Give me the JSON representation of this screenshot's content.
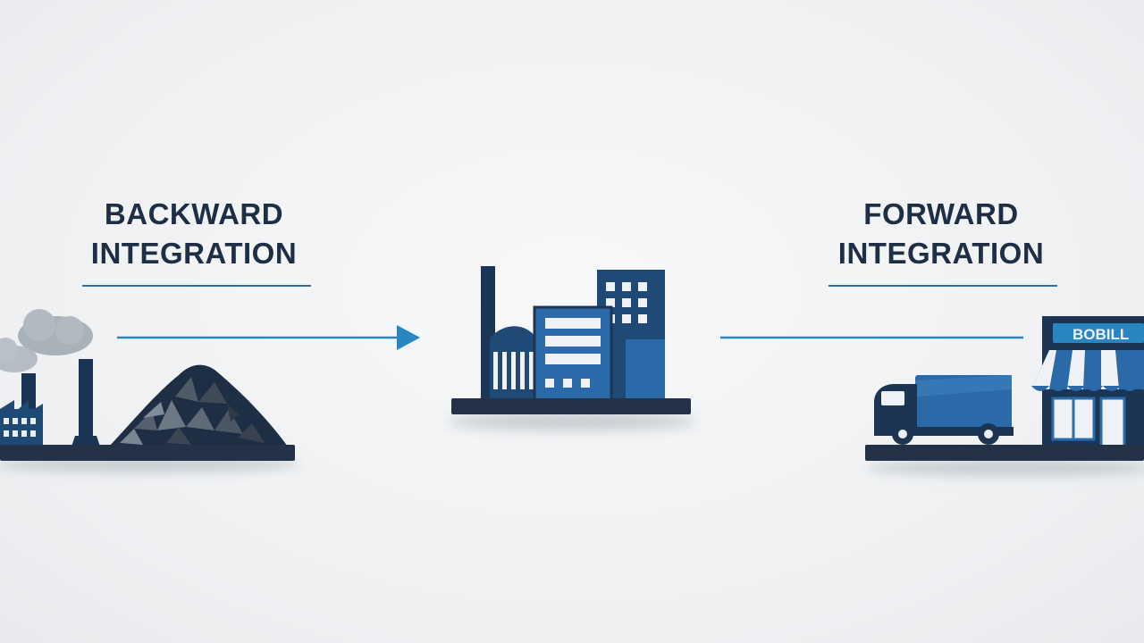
{
  "backward": {
    "line1": "BACKWARD",
    "line2": "INTEGRATION"
  },
  "forward": {
    "line1": "FORWARD",
    "line2": "INTEGRATION"
  },
  "store_sign": "BOBILL",
  "colors": {
    "navy": "#1d2e45",
    "dark_blue": "#1f4a75",
    "mid_blue": "#2a6aa8",
    "accent_blue": "#2a86c0",
    "smoke_gray": "#a9b1b9"
  },
  "icons": [
    "smoke-icon",
    "factory-icon",
    "coal-pile-icon",
    "arrow-right-icon",
    "manufacturing-plant-icon",
    "delivery-truck-icon",
    "retail-store-icon"
  ]
}
